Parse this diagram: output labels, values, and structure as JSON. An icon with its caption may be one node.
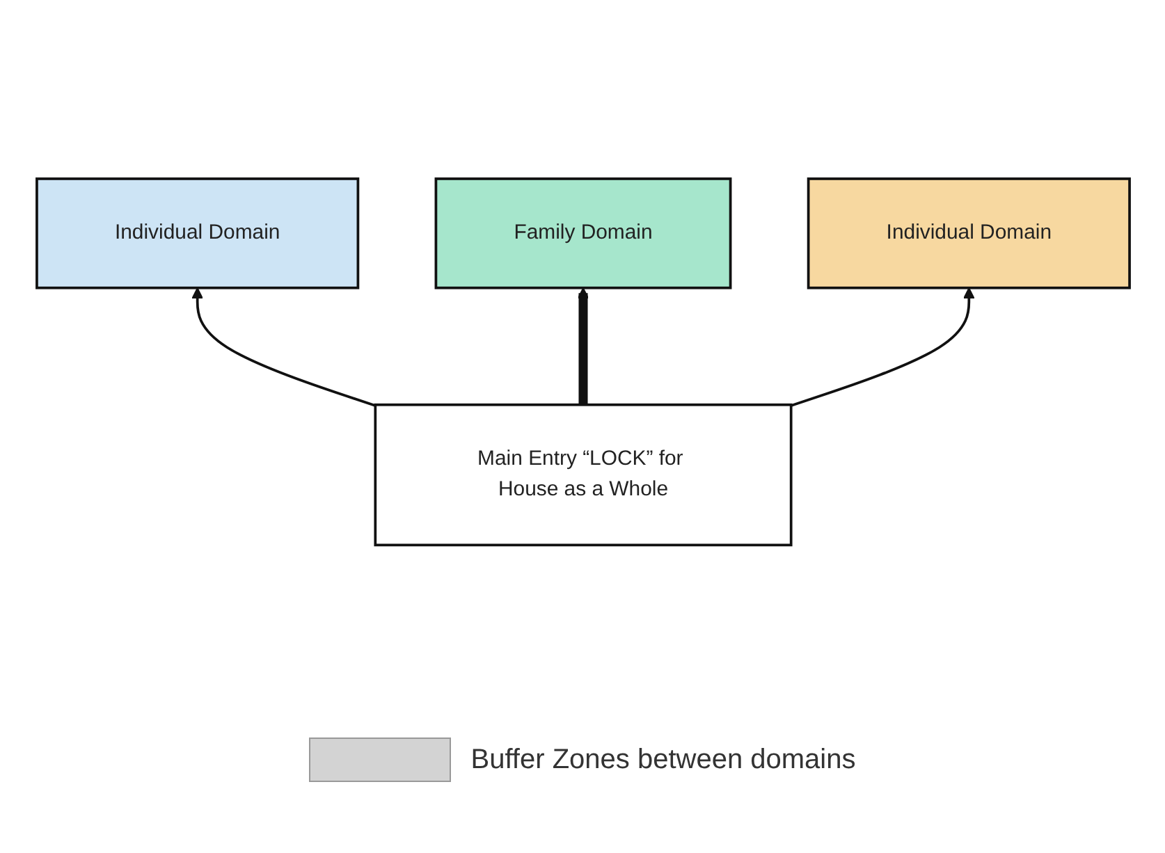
{
  "diagram": {
    "nodes": [
      {
        "text": [
          "Individual Domain"
        ]
      },
      {
        "text": [
          "Family Domain"
        ]
      },
      {
        "text": [
          "Individual Domain"
        ]
      },
      {
        "text": [
          "Main Entry “LOCK” for House as a Whole"
        ]
      }
    ],
    "edges": [
      {
        "from": 3,
        "to": 0,
        "arrow": "to"
      },
      {
        "from": 3,
        "to": 1,
        "arrow": "to",
        "style": "thick"
      },
      {
        "from": 3,
        "to": 2,
        "arrow": "to"
      }
    ],
    "legend": [
      {
        "text": "Buffer Zones between domains",
        "color": "#d3d3d3"
      }
    ]
  }
}
